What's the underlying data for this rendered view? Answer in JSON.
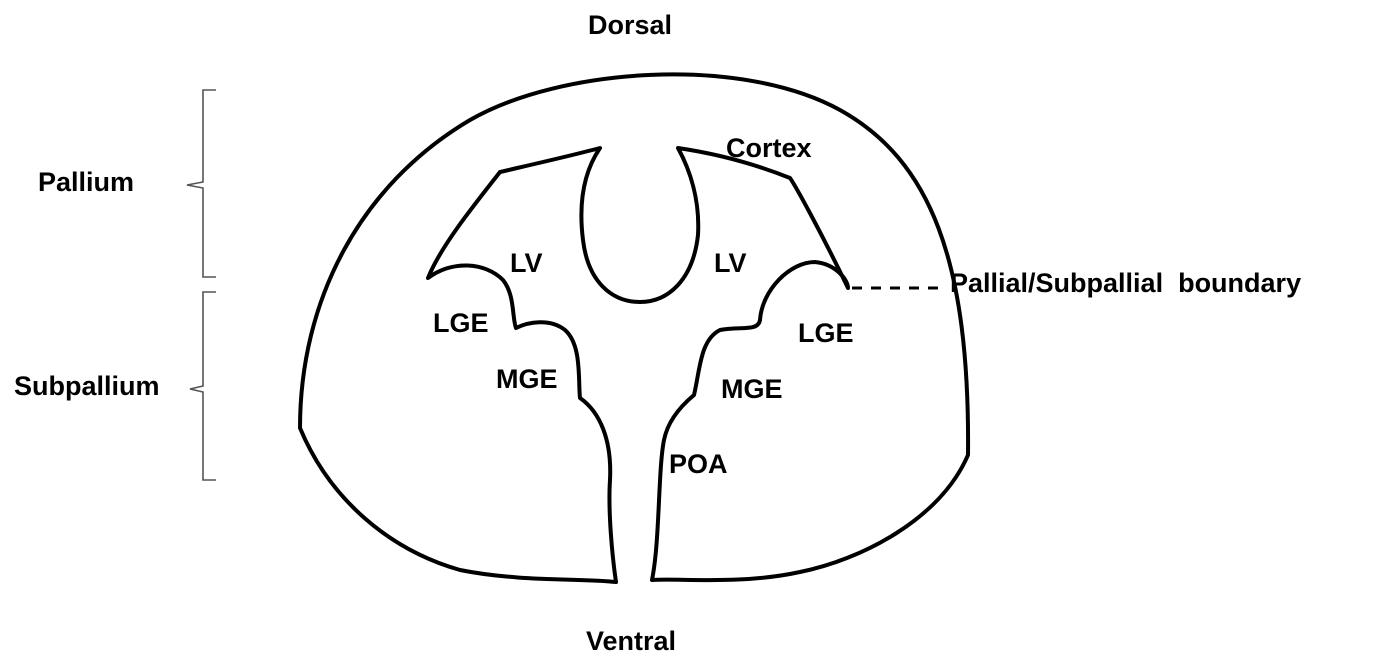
{
  "labels": {
    "dorsal": "Dorsal",
    "ventral": "Ventral",
    "pallium": "Pallium",
    "subpallium": "Subpallium",
    "cortex": "Cortex",
    "lv_left": "LV",
    "lv_right": "LV",
    "lge_left": "LGE",
    "lge_right": "LGE",
    "mge_left": "MGE",
    "mge_right": "MGE",
    "poa": "POA",
    "boundary": "Pallial/Subpallial  boundary"
  },
  "colors": {
    "stroke": "#000000",
    "bracket": "#555555",
    "background": "#ffffff"
  }
}
